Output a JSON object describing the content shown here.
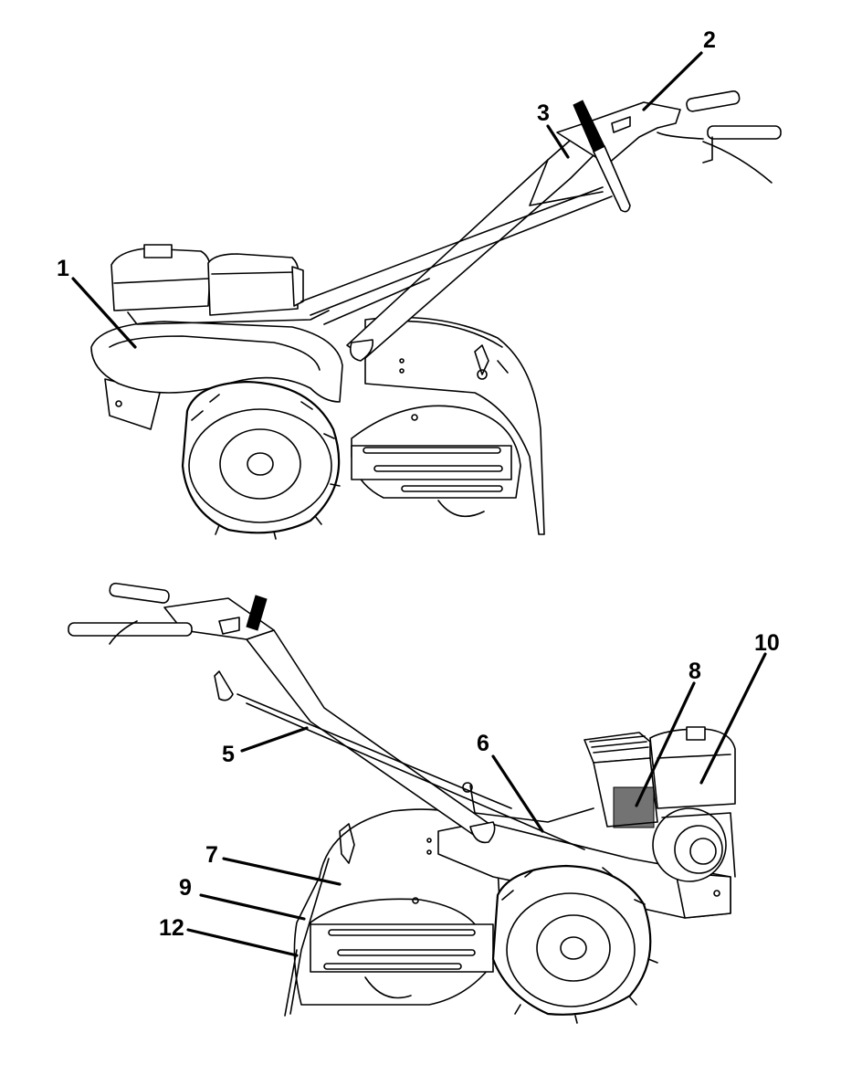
{
  "callouts": [
    {
      "id": "1",
      "text": "1"
    },
    {
      "id": "2",
      "text": "2"
    },
    {
      "id": "3",
      "text": "3"
    },
    {
      "id": "5",
      "text": "5"
    },
    {
      "id": "6",
      "text": "6"
    },
    {
      "id": "7",
      "text": "7"
    },
    {
      "id": "8",
      "text": "8"
    },
    {
      "id": "9",
      "text": "9"
    },
    {
      "id": "10",
      "text": "10"
    },
    {
      "id": "12",
      "text": "12"
    }
  ]
}
